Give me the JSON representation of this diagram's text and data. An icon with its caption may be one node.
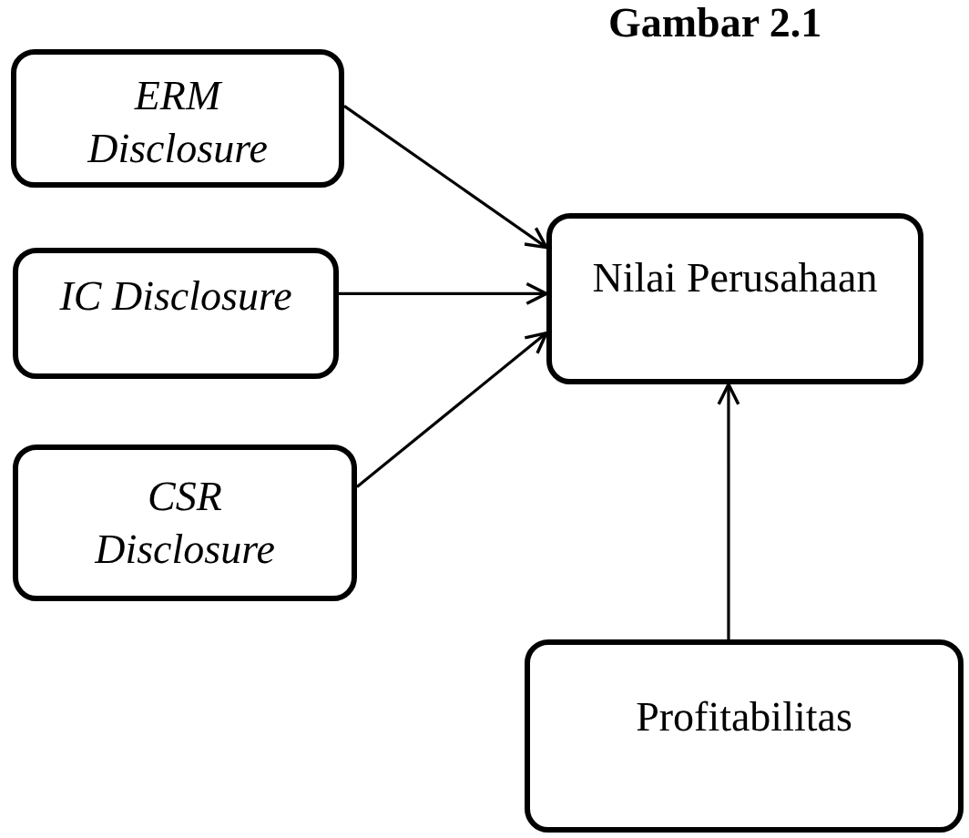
{
  "diagram": {
    "title": "Gambar 2.1",
    "nodes": [
      {
        "text": [
          "ERM Disclosure"
        ]
      },
      {
        "text": [
          "IC Disclosure"
        ]
      },
      {
        "text": [
          "CSR Disclosure"
        ]
      },
      {
        "text": [
          "Nilai Perusahaan"
        ]
      },
      {
        "text": [
          "Profitabilitas"
        ]
      }
    ],
    "edges": [
      {
        "from": 0,
        "to": 3,
        "arrow": "to"
      },
      {
        "from": 1,
        "to": 3,
        "arrow": "to"
      },
      {
        "from": 2,
        "to": 3,
        "arrow": "to"
      },
      {
        "from": 4,
        "to": 3,
        "arrow": "to"
      }
    ]
  }
}
